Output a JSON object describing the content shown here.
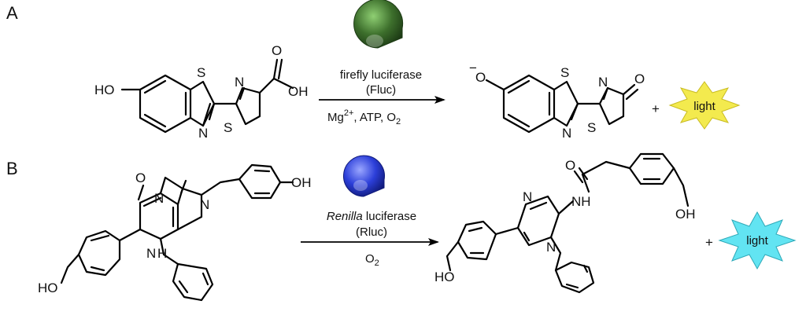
{
  "panels": [
    {
      "letter": "A",
      "enzyme": {
        "name": "firefly luciferase",
        "abbr": "(Fluc)",
        "color": "#3d6f2c",
        "icon": "pacman-enzyme-icon"
      },
      "conditions": {
        "mg": "Mg",
        "mg_sup": "2+",
        "rest": ", ATP, O",
        "o_sub": "2"
      },
      "substrate_atoms": {
        "ho": "HO",
        "s1": "S",
        "n1": "N",
        "n2": "N",
        "s2": "S",
        "o1": "O",
        "oh": "OH"
      },
      "product_atoms": {
        "neg": "−",
        "o1": "O",
        "s1": "S",
        "n1": "N",
        "n2": "N",
        "o2": "O",
        "s2": "S"
      },
      "plus": "+",
      "light": {
        "label": "light",
        "color": "#f3ea4e"
      }
    },
    {
      "letter": "B",
      "enzyme": {
        "name": "Renilla",
        "name_rest": " luciferase",
        "abbr": "(Rluc)",
        "color": "#2c3fd9",
        "icon": "pacman-enzyme-icon"
      },
      "conditions": {
        "o": "O",
        "o_sub": "2"
      },
      "substrate_atoms": {
        "o1": "O",
        "n1": "N",
        "n2": "N",
        "nh": "N",
        "h": "H",
        "oh1": "OH",
        "ho2": "HO"
      },
      "product_atoms": {
        "o1": "O",
        "nh": "NH",
        "n1": "N",
        "n2": "N",
        "oh1": "OH",
        "ho2": "HO"
      },
      "plus": "+",
      "light": {
        "label": "light",
        "color": "#62e4f2"
      }
    }
  ]
}
